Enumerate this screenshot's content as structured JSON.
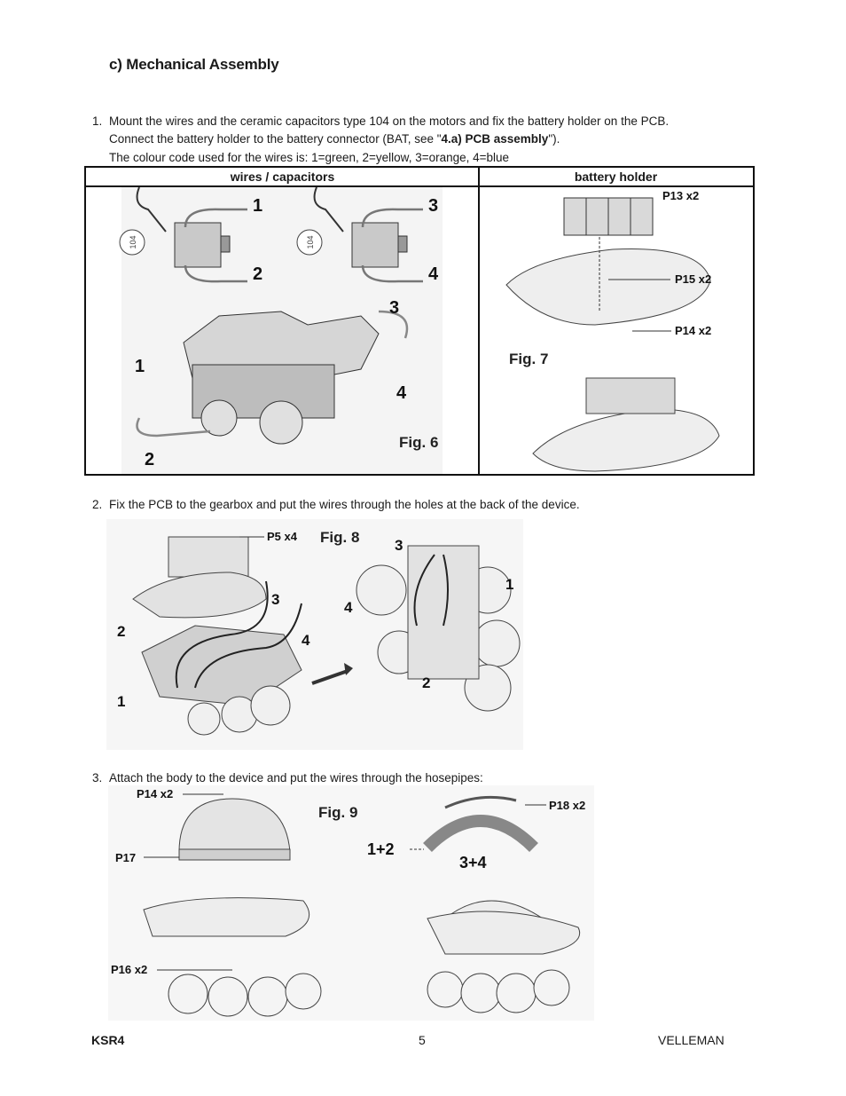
{
  "heading": "c) Mechanical Assembly",
  "step1": {
    "num": "1.",
    "line1": "Mount the wires and the ceramic capacitors type 104 on the motors and fix the battery holder on the PCB.",
    "line2_pre": "Connect the battery holder to the battery connector (BAT, see \"",
    "line2_bold": "4.a) PCB assembly",
    "line2_post": "\").",
    "line3": "The colour code used for the wires is: 1=green, 2=yellow, 3=orange, 4=blue"
  },
  "table": {
    "col1": "wires / capacitors",
    "col2": "battery holder"
  },
  "fig6": {
    "label": "Fig. 6",
    "cap": "104",
    "n1": "1",
    "n2": "2",
    "n3": "3",
    "n4": "4"
  },
  "fig7": {
    "label": "Fig. 7",
    "p13": "P13 x2",
    "p15": "P15 x2",
    "p14": "P14 x2"
  },
  "step2": {
    "num": "2.",
    "text": "Fix the PCB to the gearbox and put the wires through the holes at the back of the device."
  },
  "fig8": {
    "label": "Fig. 8",
    "p5": "P5 x4",
    "n1": "1",
    "n2": "2",
    "n3": "3",
    "n4": "4"
  },
  "step3": {
    "num": "3.",
    "text": "Attach the body to the device and put the wires through the hosepipes:"
  },
  "fig9": {
    "label": "Fig. 9",
    "p14": "P14 x2",
    "p17": "P17",
    "p16": "P16 x2",
    "p18": "P18 x2",
    "g12": "1+2",
    "g34": "3+4"
  },
  "footer": {
    "left": "KSR4",
    "center": "5",
    "right": "VELLEMAN"
  }
}
